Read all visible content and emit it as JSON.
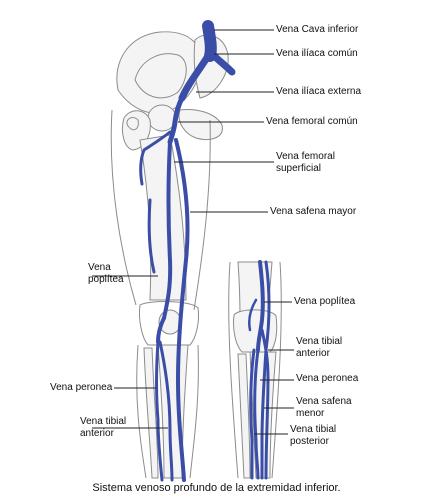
{
  "colors": {
    "vein": "#3a4ea8",
    "bone_outline": "#8c8c8c",
    "bone_fill": "#f4f4f4",
    "leader": "#222222"
  },
  "labels": {
    "vena_cava_inferior": "Vena Cava inferior",
    "vena_iliaca_comun": "Vena ilíaca común",
    "vena_iliaca_externa": "Vena ilíaca externa",
    "vena_femoral_comun": "Vena femoral común",
    "vena_femoral_superficial_1": "Vena femoral",
    "vena_femoral_superficial_2": "superficial",
    "vena_safena_mayor": "Vena safena mayor",
    "vena_poplitea_left_1": "Vena",
    "vena_poplitea_left_2": "poplítea",
    "vena_peronea_left": "Vena peronea",
    "vena_tibial_anterior_left_1": "Vena tibial",
    "vena_tibial_anterior_left_2": "anterior",
    "vena_poplitea_right": "Vena poplítea",
    "vena_tibial_anterior_right_1": "Vena tibial",
    "vena_tibial_anterior_right_2": "anterior",
    "vena_peronea_right": "Vena peronea",
    "vena_safena_menor_1": "Vena safena",
    "vena_safena_menor_2": "menor",
    "vena_tibial_posterior_1": "Vena tibial",
    "vena_tibial_posterior_2": "posterior"
  },
  "caption": "Sistema venoso profundo de la extremidad inferior."
}
